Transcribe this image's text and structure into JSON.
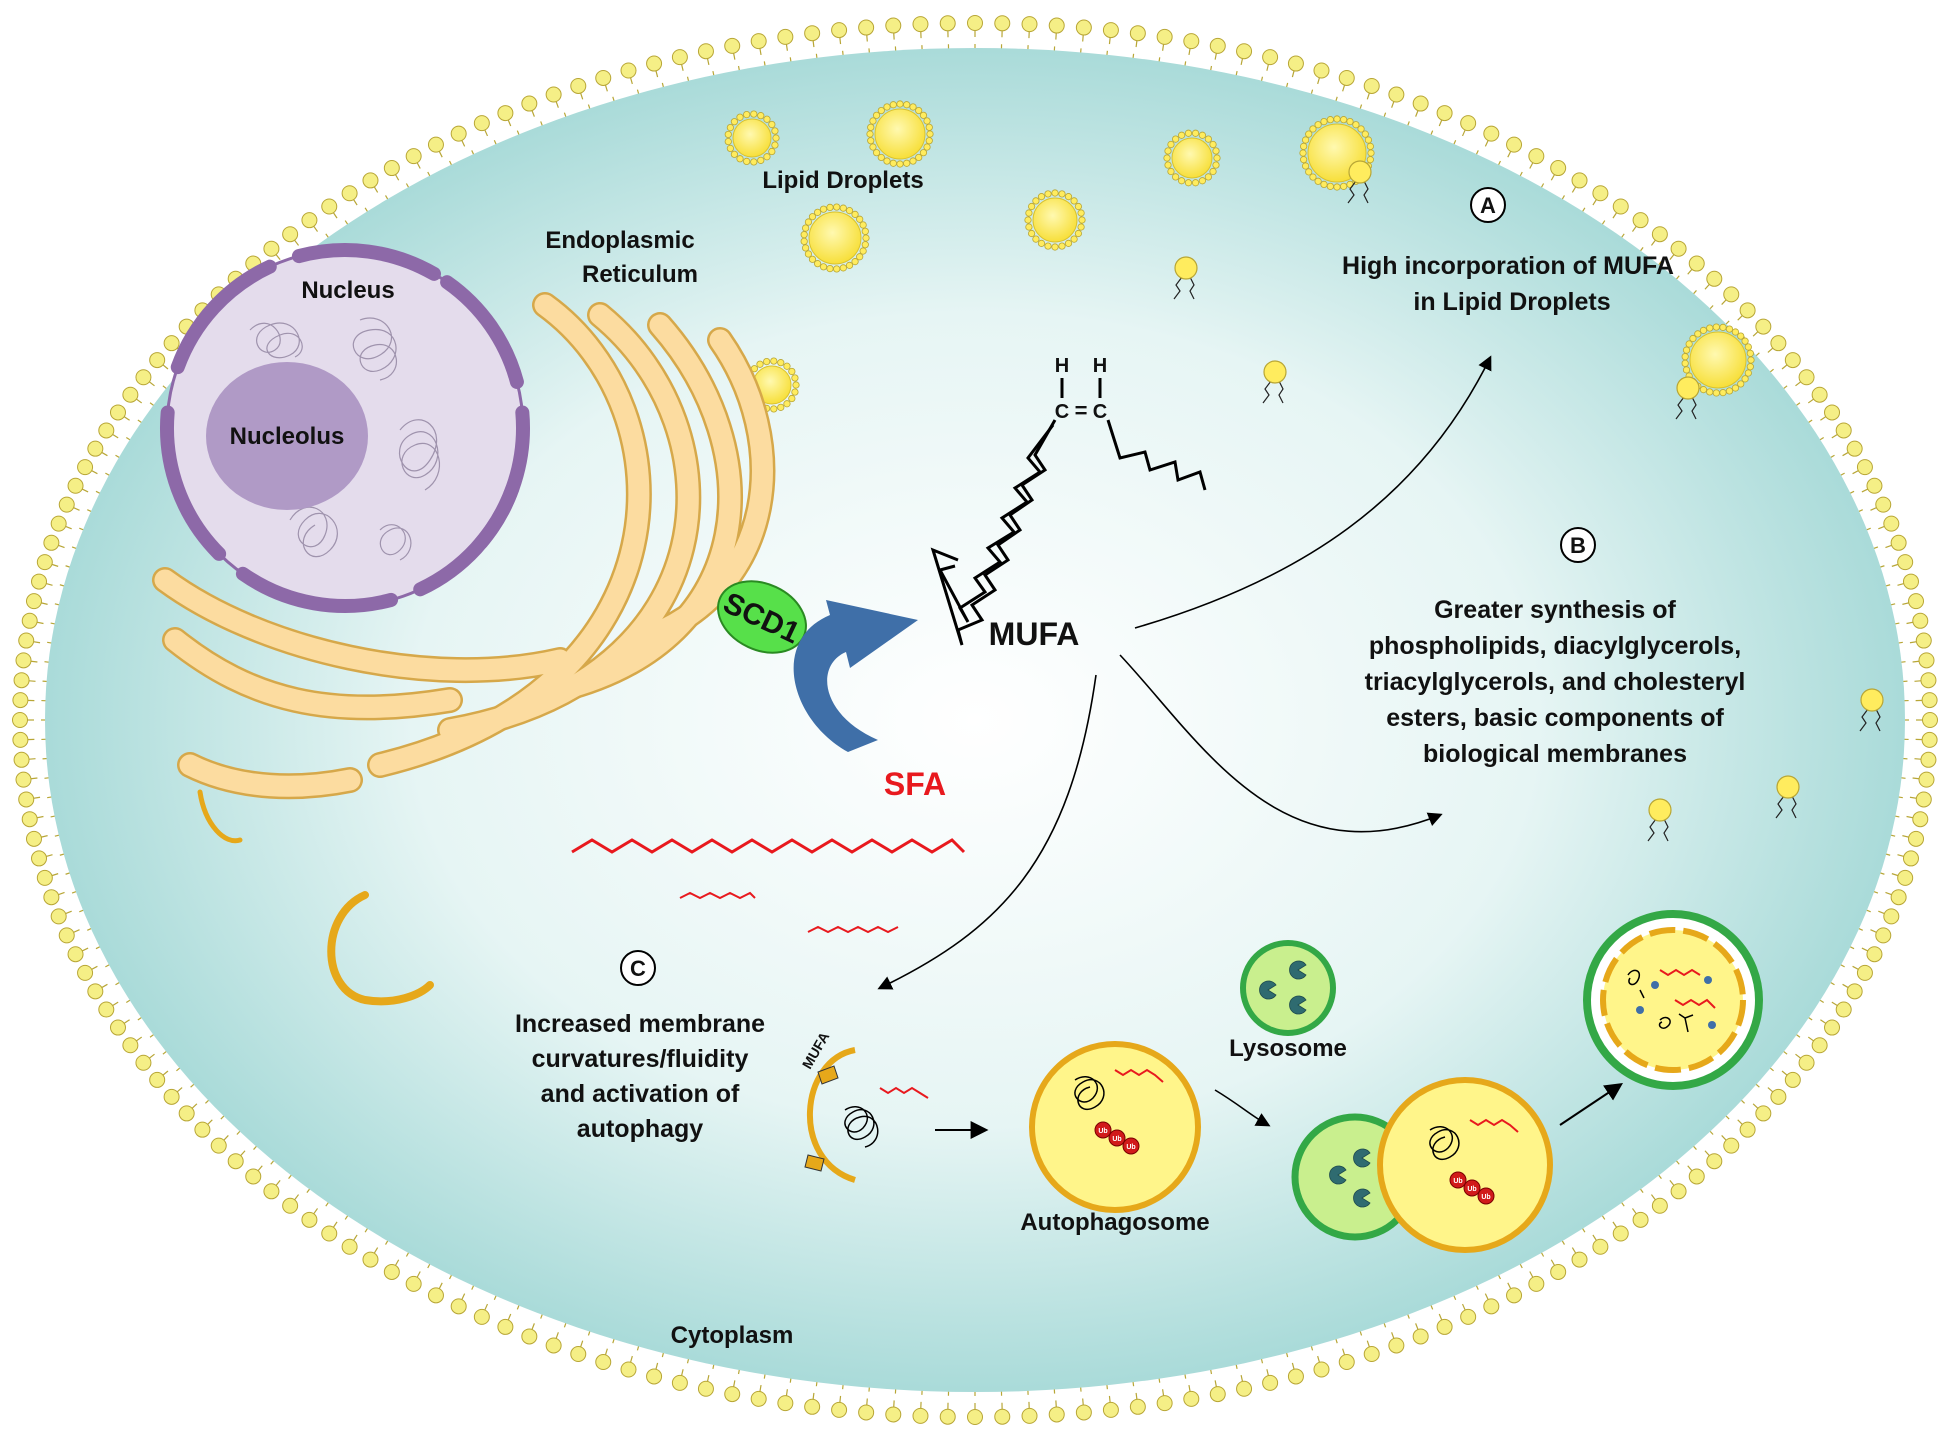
{
  "labels": {
    "lipid_droplets": "Lipid Droplets",
    "endoplasmic_reticulum_line1": "Endoplasmic",
    "endoplasmic_reticulum_line2": "Reticulum",
    "nucleus": "Nucleus",
    "nucleolus": "Nucleolus",
    "scd1": "SCD1",
    "sfa": "SFA",
    "mufa": "MUFA",
    "mufa_small": "MUFA",
    "cytoplasm": "Cytoplasm",
    "lysosome": "Lysosome",
    "autophagosome": "Autophagosome",
    "ub": "Ub"
  },
  "chemistry": {
    "h_left": "H",
    "h_right": "H",
    "c_left": "C",
    "double_bond": "=",
    "c_right": "C"
  },
  "panel_a": {
    "marker": "A",
    "line1": "High incorporation of MUFA",
    "line2": "in Lipid Droplets"
  },
  "panel_b": {
    "marker": "B",
    "line1": "Greater synthesis of",
    "line2": "phospholipids, diacylglycerols,",
    "line3": "triacylglycerols, and cholesteryl",
    "line4": "esters, basic components of",
    "line5": "biological membranes"
  },
  "panel_c": {
    "marker": "C",
    "line1": "Increased membrane",
    "line2": "curvatures/fluidity",
    "line3": "and activation of",
    "line4": "autophagy"
  },
  "colors": {
    "membrane_head": "#f5ef86",
    "membrane_outline": "#b8a636",
    "cytoplasm_center": "#ffffff",
    "cytoplasm_edge": "#9ad4d2",
    "nucleus_fill": "#e4dcec",
    "nucleus_envelope": "#8d69a8",
    "nucleolus_fill": "#b09ac6",
    "er_fill": "#fcdca0",
    "er_stroke": "#d6a84a",
    "scd1_fill": "#57e04a",
    "sfa_red": "#e8191e",
    "arrow_blue": "#3f6fa8",
    "lipid_droplet": "#ffec5e",
    "lysosome_fill": "#c9ef8e",
    "lysosome_ring": "#33a846",
    "autophagosome_ring": "#e6a81a"
  }
}
